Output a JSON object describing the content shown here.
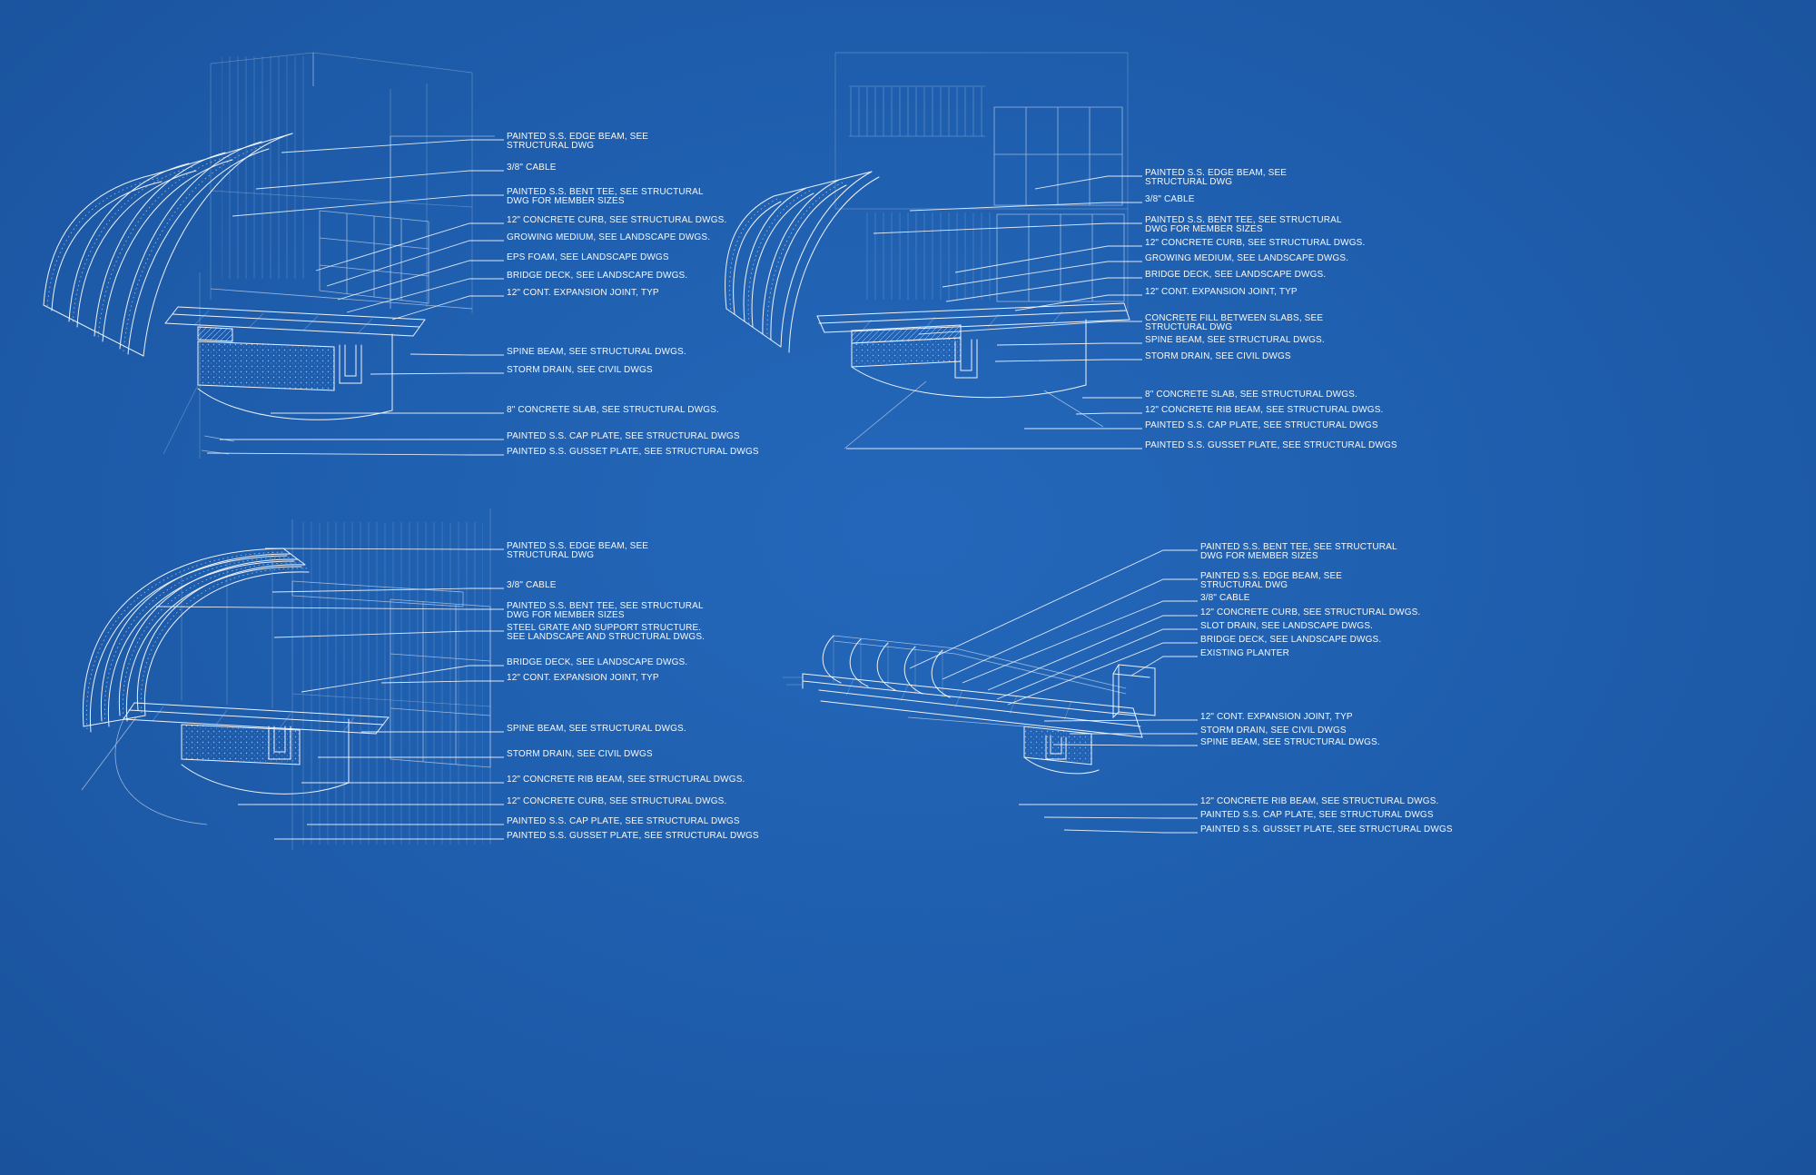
{
  "page": {
    "background_color": "#1e5dac",
    "line_color": "#ffffff",
    "kind": "blueprint-detail-sheet"
  },
  "quadrants": [
    {
      "id": "detail-top-left",
      "labels": [
        {
          "text": "PAINTED S.S. EDGE BEAM, SEE\nSTRUCTURAL DWG"
        },
        {
          "text": "3/8\" CABLE"
        },
        {
          "text": "PAINTED S.S. BENT TEE, SEE STRUCTURAL\nDWG FOR MEMBER SIZES"
        },
        {
          "text": "12\" CONCRETE CURB, SEE STRUCTURAL DWGS."
        },
        {
          "text": "GROWING MEDIUM, SEE LANDSCAPE DWGS."
        },
        {
          "text": "EPS FOAM, SEE LANDSCAPE DWGS"
        },
        {
          "text": "BRIDGE DECK, SEE LANDSCAPE DWGS."
        },
        {
          "text": "12\" CONT. EXPANSION JOINT, TYP"
        },
        {
          "text": "SPINE BEAM, SEE STRUCTURAL DWGS."
        },
        {
          "text": "STORM DRAIN, SEE CIVIL DWGS"
        },
        {
          "text": "8\" CONCRETE SLAB, SEE STRUCTURAL DWGS."
        },
        {
          "text": "PAINTED S.S. CAP PLATE, SEE STRUCTURAL DWGS"
        },
        {
          "text": "PAINTED S.S. GUSSET PLATE, SEE STRUCTURAL DWGS"
        }
      ]
    },
    {
      "id": "detail-top-right",
      "labels": [
        {
          "text": "PAINTED S.S. EDGE BEAM, SEE\nSTRUCTURAL DWG"
        },
        {
          "text": "3/8\" CABLE"
        },
        {
          "text": "PAINTED S.S. BENT TEE, SEE STRUCTURAL\nDWG FOR MEMBER SIZES"
        },
        {
          "text": "12\" CONCRETE CURB, SEE STRUCTURAL DWGS."
        },
        {
          "text": "GROWING MEDIUM, SEE LANDSCAPE DWGS."
        },
        {
          "text": "BRIDGE DECK, SEE LANDSCAPE DWGS."
        },
        {
          "text": "12\" CONT. EXPANSION JOINT, TYP"
        },
        {
          "text": "CONCRETE FILL BETWEEN SLABS, SEE\nSTRUCTURAL DWG"
        },
        {
          "text": "SPINE BEAM, SEE STRUCTURAL DWGS."
        },
        {
          "text": "STORM DRAIN, SEE CIVIL DWGS"
        },
        {
          "text": "8\" CONCRETE SLAB, SEE STRUCTURAL DWGS."
        },
        {
          "text": "12\" CONCRETE RIB BEAM, SEE STRUCTURAL DWGS."
        },
        {
          "text": "PAINTED S.S. CAP PLATE, SEE STRUCTURAL DWGS"
        },
        {
          "text": "PAINTED S.S. GUSSET PLATE, SEE STRUCTURAL DWGS"
        }
      ]
    },
    {
      "id": "detail-bottom-left",
      "labels": [
        {
          "text": "PAINTED S.S. EDGE BEAM, SEE\nSTRUCTURAL DWG"
        },
        {
          "text": "3/8\" CABLE"
        },
        {
          "text": "PAINTED S.S. BENT TEE, SEE STRUCTURAL\nDWG FOR MEMBER SIZES"
        },
        {
          "text": "STEEL GRATE AND SUPPORT STRUCTURE.\nSEE LANDSCAPE AND STRUCTURAL DWGS."
        },
        {
          "text": "BRIDGE DECK, SEE LANDSCAPE DWGS."
        },
        {
          "text": "12\" CONT. EXPANSION JOINT, TYP"
        },
        {
          "text": "SPINE BEAM, SEE STRUCTURAL DWGS."
        },
        {
          "text": "STORM DRAIN, SEE CIVIL DWGS"
        },
        {
          "text": "12\" CONCRETE RIB BEAM, SEE STRUCTURAL DWGS."
        },
        {
          "text": "12\" CONCRETE CURB, SEE STRUCTURAL DWGS."
        },
        {
          "text": "PAINTED S.S. CAP PLATE, SEE STRUCTURAL DWGS"
        },
        {
          "text": "PAINTED S.S. GUSSET PLATE, SEE STRUCTURAL DWGS"
        }
      ]
    },
    {
      "id": "detail-bottom-right",
      "labels": [
        {
          "text": "PAINTED S.S. BENT TEE, SEE STRUCTURAL\nDWG FOR MEMBER SIZES"
        },
        {
          "text": "PAINTED S.S. EDGE BEAM, SEE\nSTRUCTURAL DWG"
        },
        {
          "text": "3/8\" CABLE"
        },
        {
          "text": "12\" CONCRETE CURB, SEE STRUCTURAL DWGS."
        },
        {
          "text": "SLOT DRAIN, SEE LANDSCAPE DWGS."
        },
        {
          "text": "BRIDGE DECK, SEE LANDSCAPE DWGS."
        },
        {
          "text": "EXISTING PLANTER"
        },
        {
          "text": "12\" CONT. EXPANSION JOINT, TYP"
        },
        {
          "text": "STORM DRAIN, SEE CIVIL DWGS"
        },
        {
          "text": "SPINE BEAM, SEE STRUCTURAL DWGS."
        },
        {
          "text": "12\" CONCRETE RIB BEAM, SEE STRUCTURAL DWGS."
        },
        {
          "text": "PAINTED S.S. CAP PLATE, SEE STRUCTURAL DWGS"
        },
        {
          "text": "PAINTED S.S. GUSSET PLATE, SEE STRUCTURAL DWGS"
        }
      ]
    }
  ]
}
